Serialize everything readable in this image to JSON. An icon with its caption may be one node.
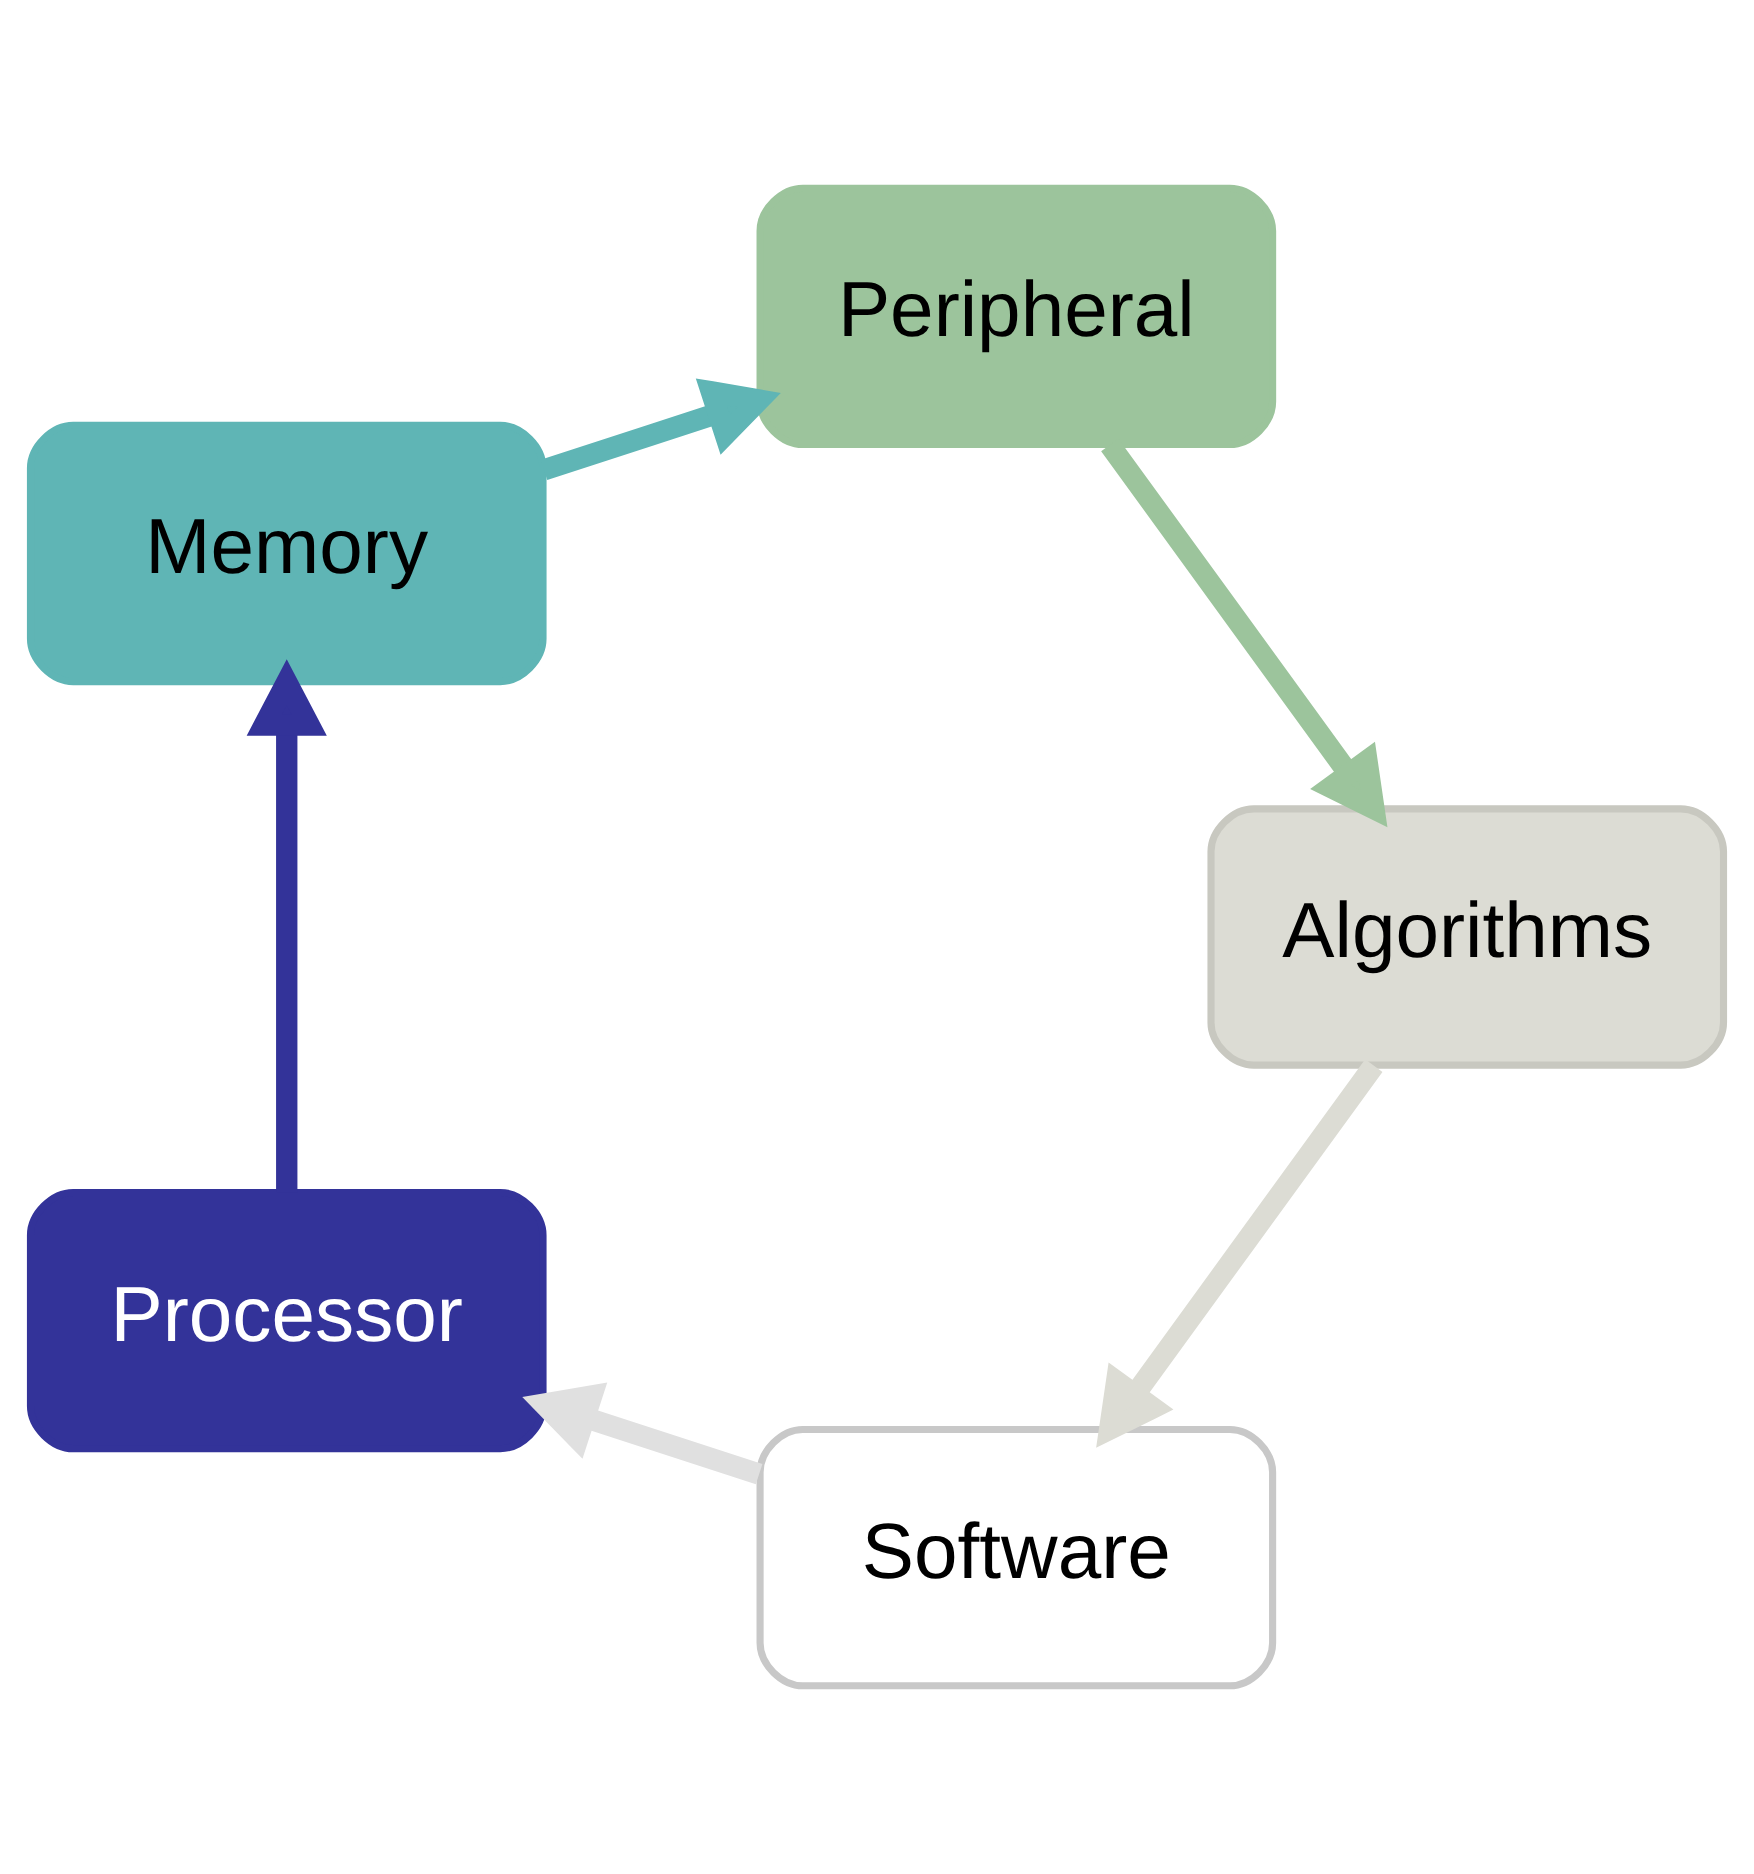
{
  "diagram": {
    "nodes": [
      {
        "text": [
          "Software"
        ]
      },
      {
        "text": [
          "Processor"
        ]
      },
      {
        "text": [
          "Memory"
        ]
      },
      {
        "text": [
          "Peripheral"
        ]
      },
      {
        "text": [
          "Algorithms"
        ]
      }
    ],
    "edges": [
      {
        "from": 0,
        "to": 1,
        "arrow": "to",
        "color": "#e0e0e0"
      },
      {
        "from": 1,
        "to": 2,
        "arrow": "to",
        "color": "#333399"
      },
      {
        "from": 2,
        "to": 3,
        "arrow": "to",
        "color": "#5fb5b5"
      },
      {
        "from": 3,
        "to": 4,
        "arrow": "to",
        "color": "#9cc49c"
      },
      {
        "from": 4,
        "to": 0,
        "arrow": "to",
        "color": "#dcdcd4"
      }
    ]
  }
}
